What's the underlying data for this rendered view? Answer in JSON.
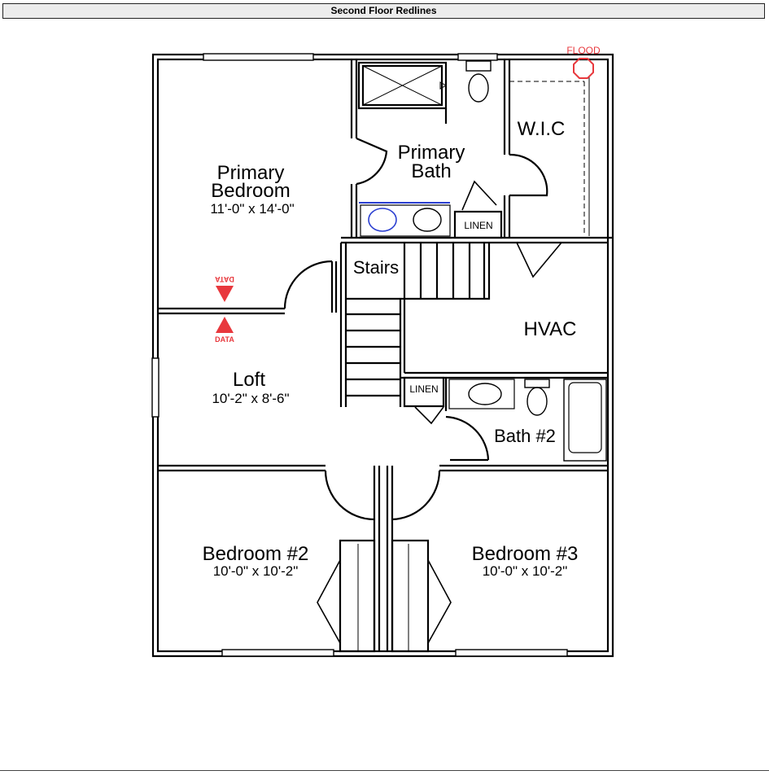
{
  "header": {
    "title": "Second Floor Redlines"
  },
  "rooms": {
    "primary_bedroom": {
      "name_line1": "Primary",
      "name_line2": "Bedroom",
      "dims": "11'-0\" x 14'-0\""
    },
    "primary_bath": {
      "name_line1": "Primary",
      "name_line2": "Bath"
    },
    "wic": {
      "name": "W.I.C"
    },
    "linen_upper": {
      "name": "LINEN"
    },
    "stairs": {
      "name": "Stairs"
    },
    "hvac": {
      "name": "HVAC"
    },
    "loft": {
      "name": "Loft",
      "dims": "10'-2\" x 8'-6\""
    },
    "linen_lower": {
      "name": "LINEN"
    },
    "bath2": {
      "name": "Bath #2"
    },
    "bedroom2": {
      "name": "Bedroom #2",
      "dims": "10'-0\" x 10'-2\""
    },
    "bedroom3": {
      "name": "Bedroom #3",
      "dims": "10'-0\" x 10'-2\""
    }
  },
  "markers": {
    "flood": {
      "label": "FLOOD"
    },
    "data_up": {
      "label": "DATA"
    },
    "data_down": {
      "label": "DATA"
    }
  },
  "colors": {
    "redline": "#e8383d",
    "wall": "#000000",
    "vanity_line": "#2b3fd1"
  }
}
